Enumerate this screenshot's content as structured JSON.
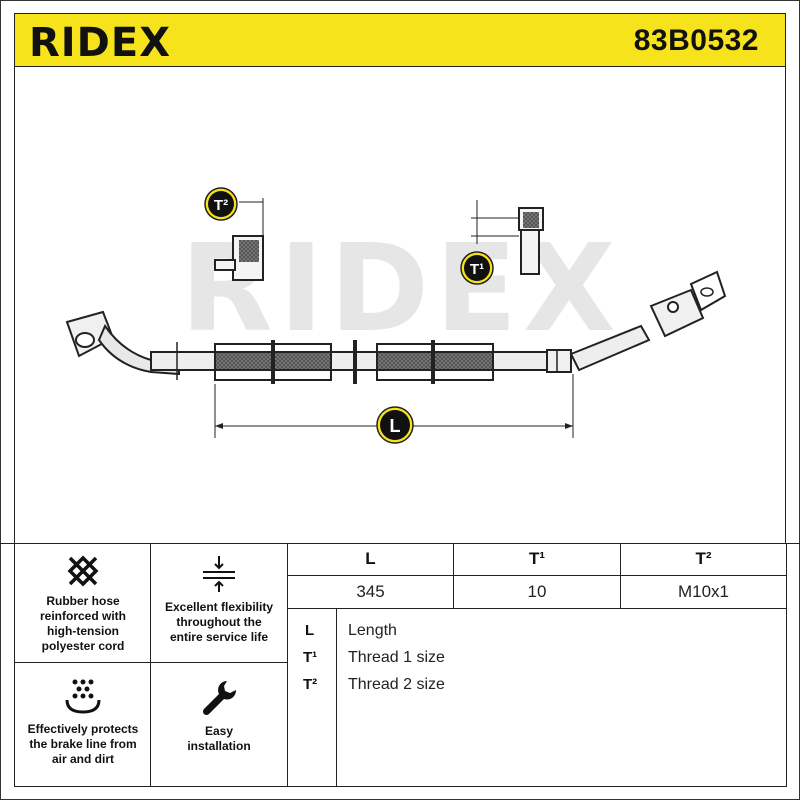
{
  "header": {
    "brand": "RIDEX",
    "part_number": "83B0532"
  },
  "diagram": {
    "watermark": "RIDEX",
    "callouts": {
      "length": "L",
      "thread1": "T¹",
      "thread2": "T²"
    }
  },
  "features": [
    {
      "icon": "mesh-icon",
      "text": [
        "Rubber hose",
        "reinforced with",
        "high-tension",
        "polyester cord"
      ]
    },
    {
      "icon": "flex-arrows-icon",
      "text": [
        "Excellent flexibility",
        "throughout the",
        "entire service life"
      ]
    },
    {
      "icon": "dots-shield-icon",
      "text": [
        "Effectively protects",
        "the brake line from",
        "air and dirt"
      ]
    },
    {
      "icon": "wrench-icon",
      "text": [
        "Easy",
        "installation"
      ]
    }
  ],
  "specs": {
    "headers": [
      "L",
      "T¹",
      "T²"
    ],
    "values": [
      "345",
      "10",
      "M10x1"
    ]
  },
  "legend": [
    {
      "key": "L",
      "label": "Length"
    },
    {
      "key": "T¹",
      "label": "Thread 1 size"
    },
    {
      "key": "T²",
      "label": "Thread 2 size"
    }
  ],
  "colors": {
    "accent": "#f7e31b",
    "ink": "#222222"
  }
}
